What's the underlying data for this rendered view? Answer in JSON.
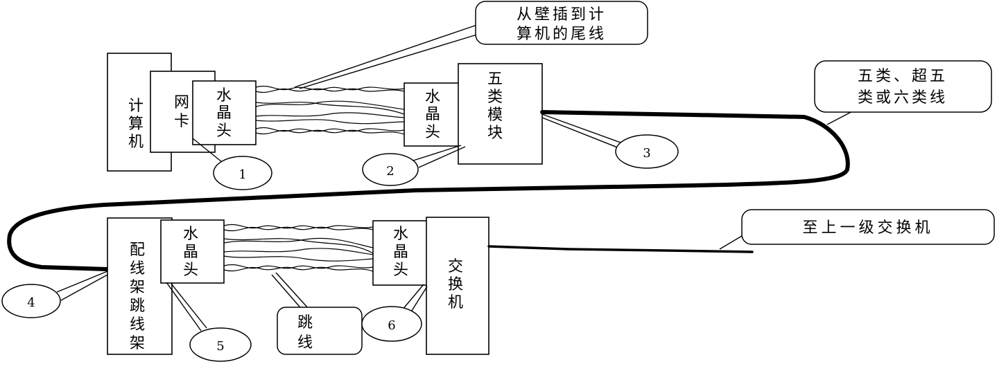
{
  "components": {
    "computer": "计算机",
    "nic": "网卡",
    "rj45_top_left": "水晶头",
    "rj45_top_right": "水晶头",
    "cat5_module": "五类模块",
    "patch_panel": "配线架跳线架",
    "rj45_bottom_left": "水晶头",
    "rj45_bottom_right": "水晶头",
    "switch": "交换机"
  },
  "callouts": {
    "tail_cable": [
      "从壁插到计",
      "算机的尾线"
    ],
    "cable_type": [
      "五类、超五",
      "类或六类线"
    ],
    "uplink": "至上一级交换机",
    "jumper": [
      "跳",
      "线"
    ]
  },
  "markers": [
    "1",
    "2",
    "3",
    "4",
    "5",
    "6"
  ]
}
